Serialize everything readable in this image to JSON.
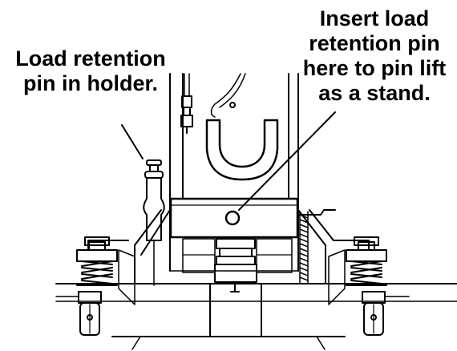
{
  "callouts": {
    "holder": {
      "line1": "Load retention",
      "line2": "pin in holder."
    },
    "stand": {
      "line1": "Insert load",
      "line2": "retention pin",
      "line3": "here to pin lift",
      "line4": "as a stand."
    }
  },
  "colors": {
    "ink": "#000000",
    "paper": "#ffffff"
  }
}
